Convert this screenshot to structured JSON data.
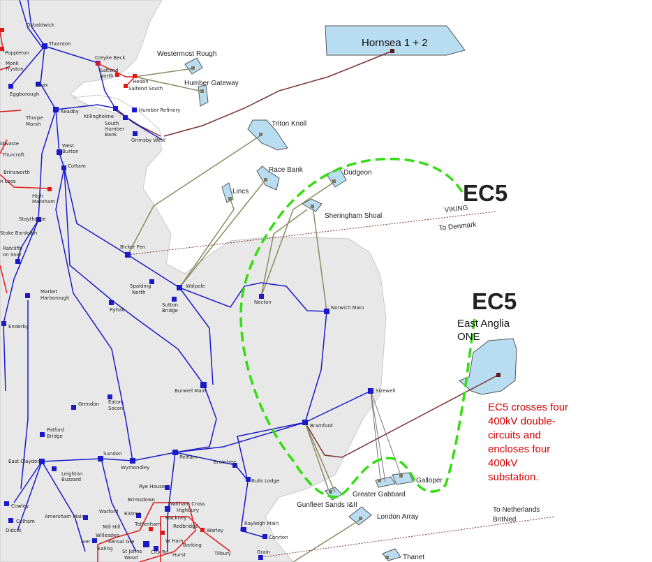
{
  "map": {
    "boundary_label": "EC5",
    "boundary_color": "#33dd11",
    "note_lines": [
      "EC5 crosses four",
      "400kV double-",
      "circuits and",
      "encloses four",
      "400kV",
      "substation."
    ],
    "east_anglia_lines": [
      "East Anglia",
      "ONE"
    ],
    "viking_label": "VIKING",
    "denmark_label": "To Denmark",
    "netherlands_label": "To Netherlands",
    "britned_label": "BritNed",
    "colors": {
      "line_400kv": "#1a1ac8",
      "line_275kv": "#e01818",
      "offshore_link": "#7a3030",
      "offshore_radial": "#8a8a60",
      "wind_farm": "#b8dcf0",
      "land": "#e8e8e8"
    }
  },
  "offshore_farms": {
    "hornsea": "Hornsea 1 + 2",
    "westermost": "Westermost Rough",
    "humber_gateway": "Humber Gateway",
    "triton": "Triton Knoll",
    "race_bank": "Race Bank",
    "dudgeon": "Dudgeon",
    "lincs": "Lincs",
    "sheringham": "Sheringham Shoal",
    "gunfleet": "Gunfleet Sands I&II",
    "greater_gabbard": "Greater Gabbard",
    "galloper": "Galloper",
    "london_array": "London Array",
    "thanet": "Thanet"
  },
  "substations": {
    "osbaldwick": "Osbaldwick",
    "thornton": "Thornton",
    "poppleton": "Poppleton",
    "monk": "Monk",
    "fryston": "Fryston",
    "drax": "Drax",
    "eggborough": "Eggborough",
    "creyke": "Creyke Beck",
    "saltend_n1": "Saltend",
    "saltend_n2": "North",
    "hedon": "Hedon",
    "saltend_s": "Saltend South",
    "humber_ref": "Humber Refinery",
    "killingholme": "Killingholme",
    "shb1": "South",
    "shb2": "Humber",
    "shb3": "Bank",
    "grimsby": "Grimsby West",
    "keadby": "Keadby",
    "thorpe1": "Thorpe",
    "thorpe2": "Marsh",
    "west_burton1": "West",
    "west_burton2": "Burton",
    "cottam": "Cottam",
    "idwaste": "idwaste",
    "thurcroft": "Thurcroft",
    "brinsworth": "Brinsworth",
    "n_lees": "n Lees",
    "high_m1": "High",
    "high_m2": "Marnham",
    "staythorpe": "Staythorpe",
    "stoke": "Stoke Bardolph",
    "ratcliffe1": "Ratcliffe",
    "ratcliffe2": "on Soar",
    "bicker": "Bicker Fen",
    "spalding1": "Spalding",
    "spalding2": "North",
    "walpole": "Walpole",
    "sutton1": "Sutton",
    "sutton2": "Bridge",
    "necton": "Necton",
    "norwich": "Norwich Main",
    "market1": "Market",
    "market2": "Harborough",
    "ryhall": "Ryhall",
    "enderby": "Enderby",
    "burwell": "Burwell Main",
    "grendon": "Grendon",
    "eaton1": "Eaton",
    "eaton2": "Socon",
    "sizewell": "Sizewell",
    "bramford": "Bramford",
    "patford1": "Patford",
    "patford2": "Bridge",
    "east_claydon": "East Claydon",
    "sundon": "Sundon",
    "leighton1": "Leighton",
    "leighton2": "Buzzard",
    "wymondley": "Wymondley",
    "pelham": "Pelham",
    "braintree": "Braintree",
    "bulls_lodge": "Bulls Lodge",
    "rye_house": "Rye House",
    "cowley": "Cowley",
    "culham": "Culham",
    "didcot": "Didcot",
    "amersham": "Amersham Main",
    "brimsdown": "Brimsdown",
    "waltham": "Waltham Cross",
    "highbury": "Highbury",
    "hackney": "Hackney",
    "redbridge": "Redbridge",
    "warley": "Warley",
    "rayleigh": "Rayleigh Main",
    "coryton": "Coryton",
    "watford": "Watford",
    "elstree": "Elstree",
    "tottenham": "Tottenham",
    "mill_hill": "Mill Hill",
    "willesden": "Willesden",
    "iver": "Iver",
    "kensal": "Kensal Gre",
    "ealing": "Ealing",
    "st_johns": "St Johns",
    "wood": "Wood",
    "barking": "Barking",
    "w_ham": "W Ham",
    "hurst": "Hurst",
    "tilbury": "Tilbury",
    "grain": "Grain",
    "city_rd": "City Rd"
  }
}
